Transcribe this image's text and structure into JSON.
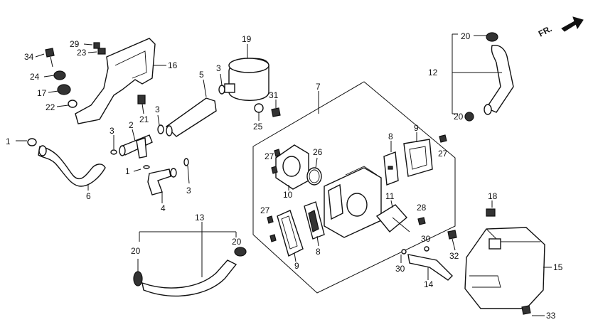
{
  "direction_label": "FR.",
  "callouts": {
    "c1a": "1",
    "c1b": "1",
    "c2": "2",
    "c3a": "3",
    "c3b": "3",
    "c3c": "3",
    "c3d": "3",
    "c4": "4",
    "c5": "5",
    "c6": "6",
    "c7": "7",
    "c8a": "8",
    "c8b": "8",
    "c9a": "9",
    "c9b": "9",
    "c10": "10",
    "c11": "11",
    "c12": "12",
    "c13": "13",
    "c14": "14",
    "c15": "15",
    "c16": "16",
    "c17": "17",
    "c18": "18",
    "c19": "19",
    "c20a": "20",
    "c20b": "20",
    "c20c": "20",
    "c20d": "20",
    "c21": "21",
    "c22": "22",
    "c23": "23",
    "c24": "24",
    "c25": "25",
    "c26": "26",
    "c27a": "27",
    "c27b": "27",
    "c27c": "27",
    "c28": "28",
    "c29": "29",
    "c30a": "30",
    "c30b": "30",
    "c31": "31",
    "c32": "32",
    "c33": "33",
    "c34": "34"
  }
}
